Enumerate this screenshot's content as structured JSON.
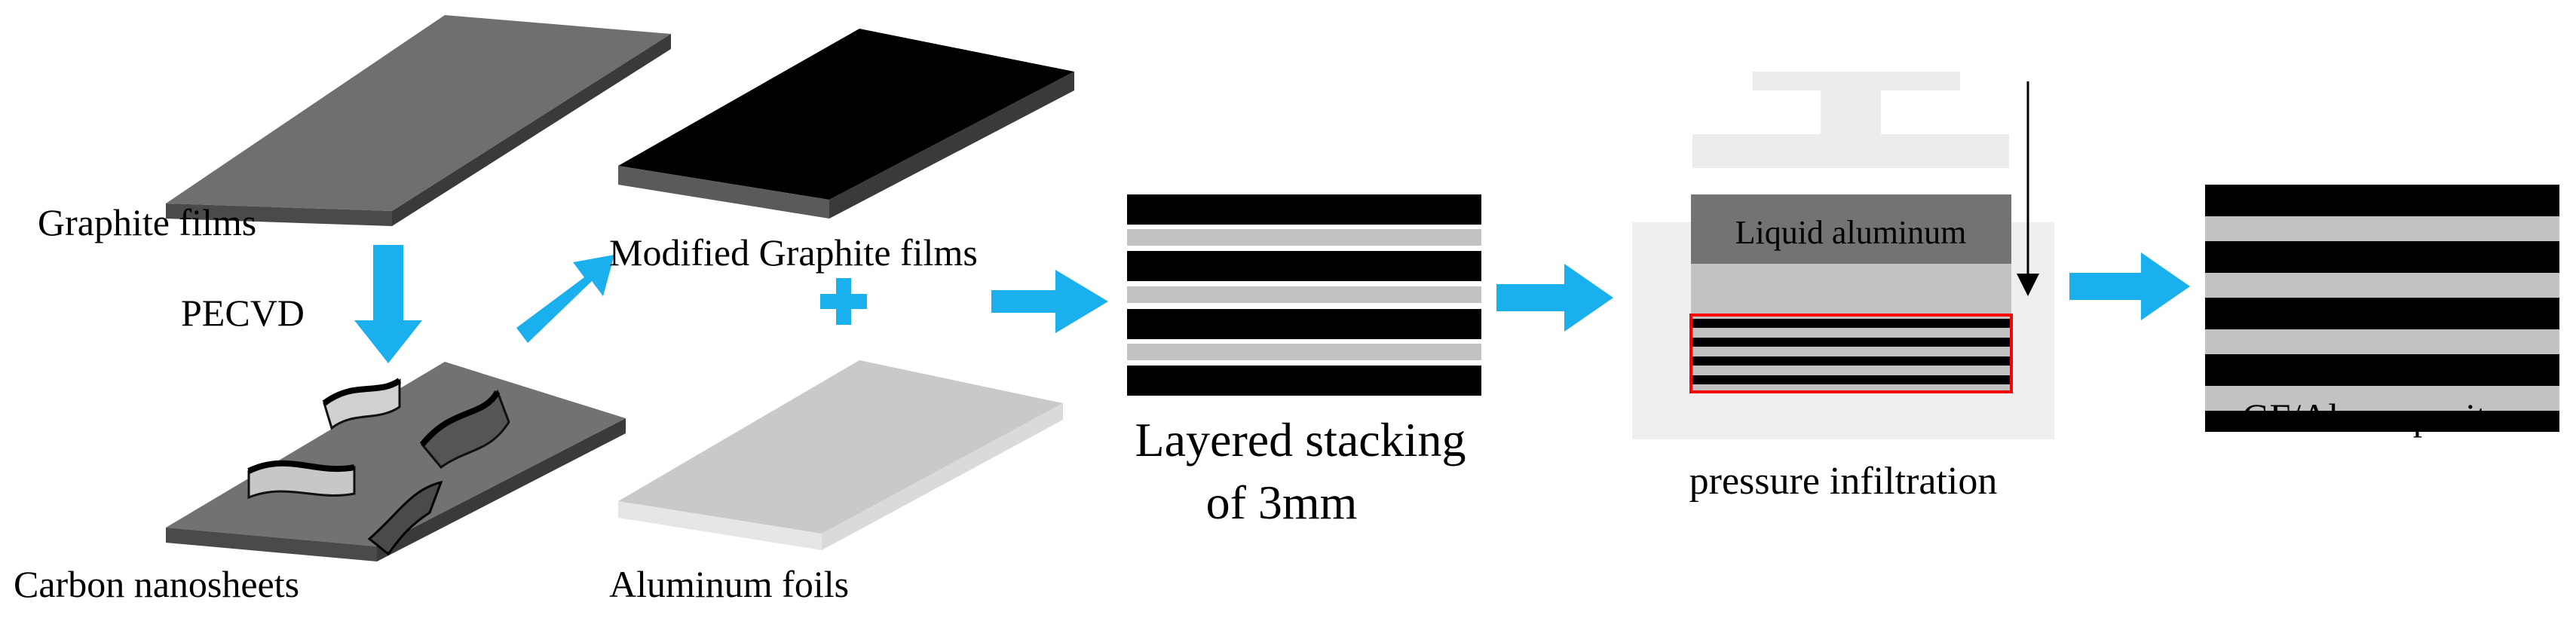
{
  "labels": {
    "graphite_films": "Graphite films",
    "pecvd": "PECVD",
    "carbon_nanosheets": "Carbon nanosheets",
    "modified_graphite_films": "Modified Graphite films",
    "aluminum_foils": "Aluminum foils",
    "layered_stacking_line1": "Layered stacking",
    "layered_stacking_line2": "of  3mm",
    "liquid_aluminum": "Liquid aluminum",
    "pressure_infiltration": "pressure infiltration",
    "gf_al_composites": "GF/Al composites"
  },
  "colors": {
    "arrow": "#1ab0ee",
    "black_layer": "#000000",
    "gray_layer": "#c2c2c2",
    "graphite_top": "#6f6f6f",
    "graphite_side": "#4a4a4a",
    "aluminum_top": "#c9c9c9",
    "aluminum_side": "#e6e6e6",
    "press": "#ececec",
    "liquid_aluminum": "#737373",
    "mold": "#efefef",
    "highlight_box": "#ff0000"
  },
  "icons": [
    "down-arrow-icon",
    "diagonal-arrow-icon",
    "plus-icon",
    "right-arrow-icon",
    "pressure-arrow-icon"
  ]
}
